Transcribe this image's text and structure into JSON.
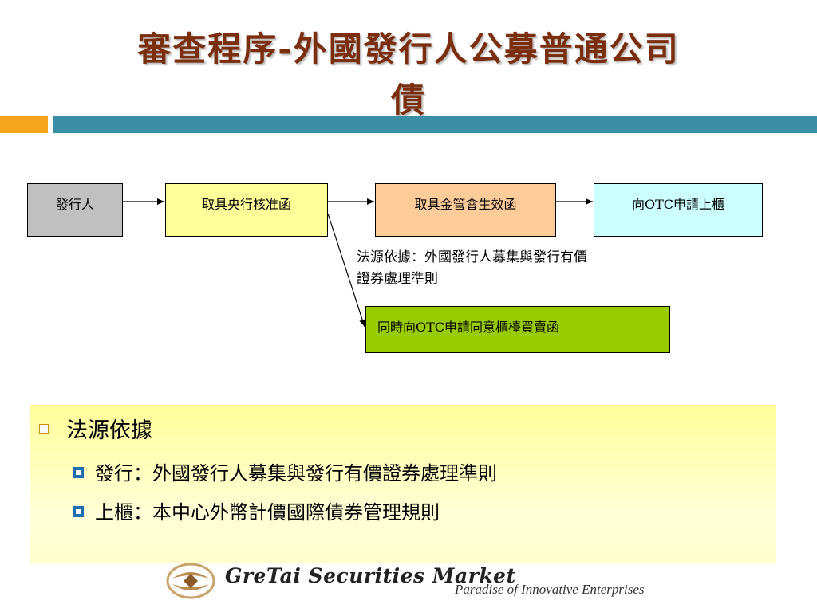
{
  "slide": {
    "title_line1": "審查程序-外國發行人公募普通公司",
    "title_line2": "債"
  },
  "flow": {
    "step1": "發行人",
    "step2": "取具央行核准函",
    "step3": "取具金管會生效函",
    "step4": "向OTC申請上櫃",
    "step5": "同時向OTC申請同意櫃檯買賣函",
    "note_line1": "法源依據：外國發行人募集與發行有價",
    "note_line2": "證券處理準則"
  },
  "legal": {
    "heading": "法源依據",
    "items": [
      "發行：外國發行人募集與發行有價證券處理準則",
      "上櫃：本中心外幣計價國際債券管理規則"
    ]
  },
  "footer": {
    "brand": "GreTai Securities Market",
    "tagline": "Paradise of Innovative Enterprises"
  },
  "colors": {
    "title": "#7a2e0e",
    "accent_orange": "#f4a51c",
    "accent_teal": "#3a8ea5"
  }
}
